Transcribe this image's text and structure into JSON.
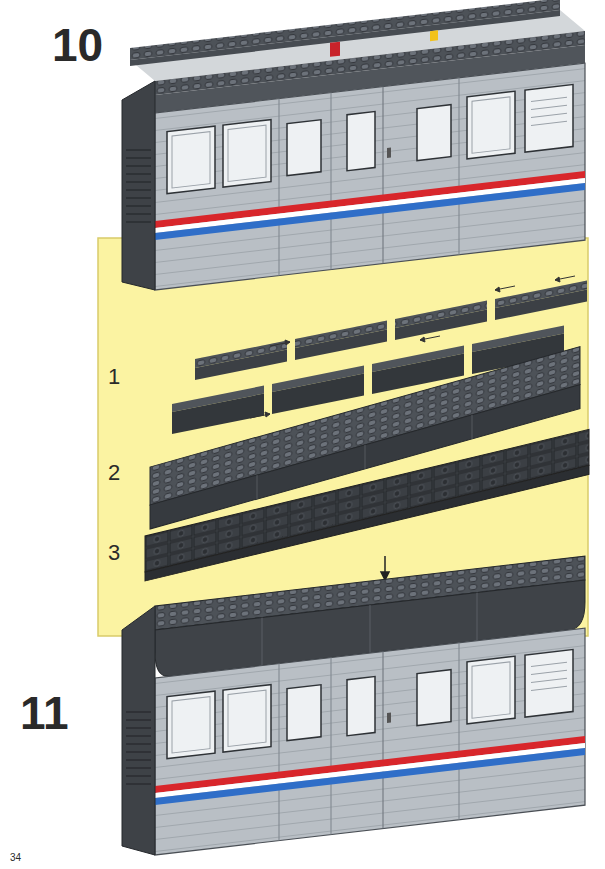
{
  "diagram": {
    "labels": [
      "10",
      "1",
      "2",
      "3",
      "11",
      "34"
    ]
  }
}
